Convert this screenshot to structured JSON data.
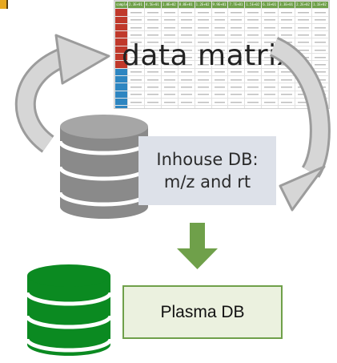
{
  "matrix": {
    "label": "data matrix",
    "header": [
      "sample",
      "2.3E+01",
      "4.5E+01",
      "1.0E+02",
      "8.8E+01",
      "1.2E+02",
      "9.9E+01",
      "7.7E+01",
      "1.5E+02",
      "6.1E+01",
      "3.3E+01",
      "2.2E+02",
      "1.1E+02"
    ],
    "row_colors": [
      "#c0392b",
      "#c0392b",
      "#c0392b",
      "#c0392b",
      "#c0392b",
      "#c0392b",
      "#c0392b",
      "#c0392b",
      "#2e86c1",
      "#2e86c1",
      "#2e86c1",
      "#2e86c1",
      "#2e86c1",
      "#2e86c1",
      "#2e86c1"
    ],
    "header_color": "#6fa04a"
  },
  "inhouse": {
    "line1": "Inhouse DB:",
    "line2": "m/z and rt"
  },
  "plasma": {
    "label": "Plasma DB"
  },
  "colors": {
    "db_gray": "#8a8a8a",
    "db_green": "#0b8a21",
    "arrow_gray": "#b8b8b8",
    "arrow_green": "#6fa04a"
  }
}
